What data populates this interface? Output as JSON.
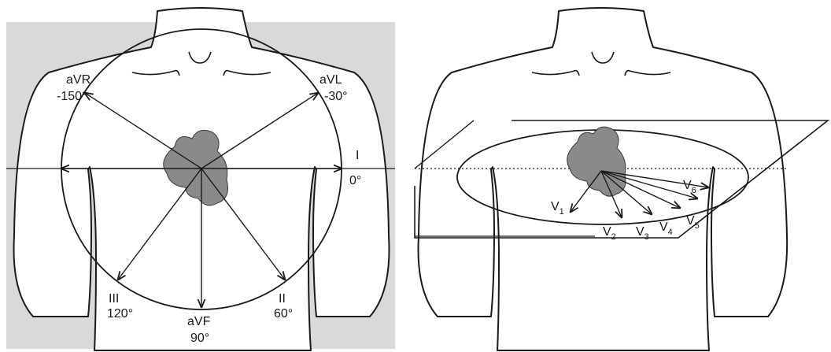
{
  "colors": {
    "background_panel": "#d9d9d9",
    "heart": "#8a8a8a",
    "line": "#1a1a1a"
  },
  "frontal_plane": {
    "leads": [
      {
        "name": "aVR",
        "angle": "-150°"
      },
      {
        "name": "aVL",
        "angle": "-30°"
      },
      {
        "name": "I",
        "angle": "0°"
      },
      {
        "name": "II",
        "angle": "60°"
      },
      {
        "name": "aVF",
        "angle": "90°"
      },
      {
        "name": "III",
        "angle": "120°"
      }
    ]
  },
  "horizontal_plane": {
    "leads": [
      {
        "letter": "V",
        "sub": "1"
      },
      {
        "letter": "V",
        "sub": "2"
      },
      {
        "letter": "V",
        "sub": "3"
      },
      {
        "letter": "V",
        "sub": "4"
      },
      {
        "letter": "V",
        "sub": "5"
      },
      {
        "letter": "V",
        "sub": "6"
      }
    ]
  }
}
